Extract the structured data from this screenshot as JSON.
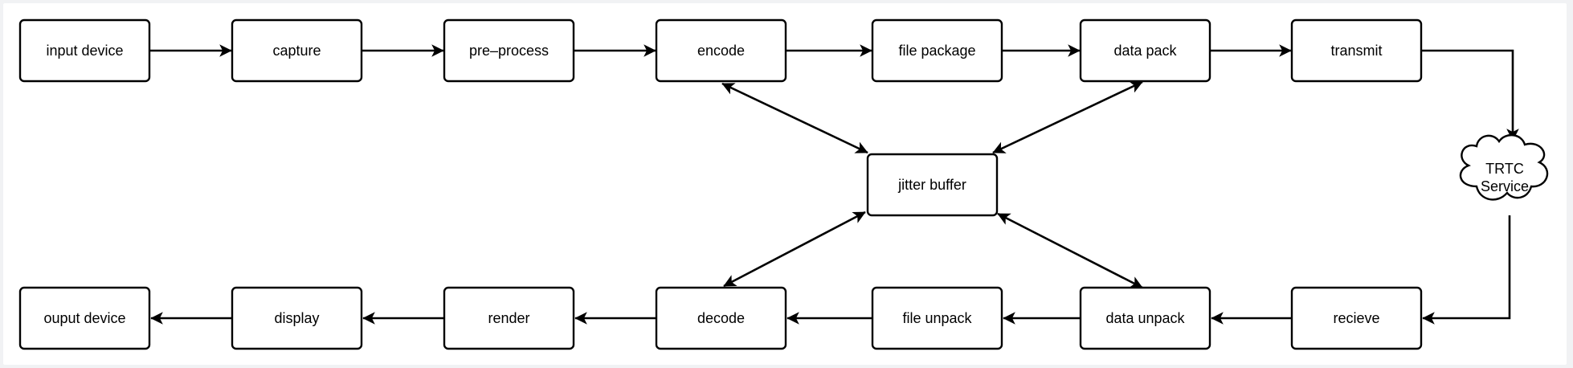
{
  "diagram": {
    "nodes": {
      "input_device": "input device",
      "capture": "capture",
      "pre_process": "pre–process",
      "encode": "encode",
      "file_package": "file package",
      "data_pack": "data pack",
      "transmit": "transmit",
      "jitter_buffer": "jitter buffer",
      "trtc_service_line1": "TRTC",
      "trtc_service_line2": "Service",
      "ouput_device": "ouput device",
      "display": "display",
      "render": "render",
      "decode": "decode",
      "file_unpack": "file unpack",
      "data_unpack": "data unpack",
      "recieve": "recieve"
    },
    "edges": [
      {
        "from": "input_device",
        "to": "capture"
      },
      {
        "from": "capture",
        "to": "pre_process"
      },
      {
        "from": "pre_process",
        "to": "encode"
      },
      {
        "from": "encode",
        "to": "file_package"
      },
      {
        "from": "file_package",
        "to": "data_pack"
      },
      {
        "from": "data_pack",
        "to": "transmit"
      },
      {
        "from": "transmit",
        "to": "trtc_service"
      },
      {
        "from": "trtc_service",
        "to": "recieve"
      },
      {
        "from": "recieve",
        "to": "data_unpack"
      },
      {
        "from": "data_unpack",
        "to": "file_unpack"
      },
      {
        "from": "file_unpack",
        "to": "decode"
      },
      {
        "from": "decode",
        "to": "render"
      },
      {
        "from": "render",
        "to": "display"
      },
      {
        "from": "display",
        "to": "ouput_device"
      },
      {
        "from": "jitter_buffer",
        "to": "encode",
        "bidirectional": true
      },
      {
        "from": "jitter_buffer",
        "to": "data_pack",
        "bidirectional": true
      },
      {
        "from": "jitter_buffer",
        "to": "decode",
        "bidirectional": true
      },
      {
        "from": "jitter_buffer",
        "to": "data_unpack",
        "bidirectional": true
      }
    ]
  }
}
